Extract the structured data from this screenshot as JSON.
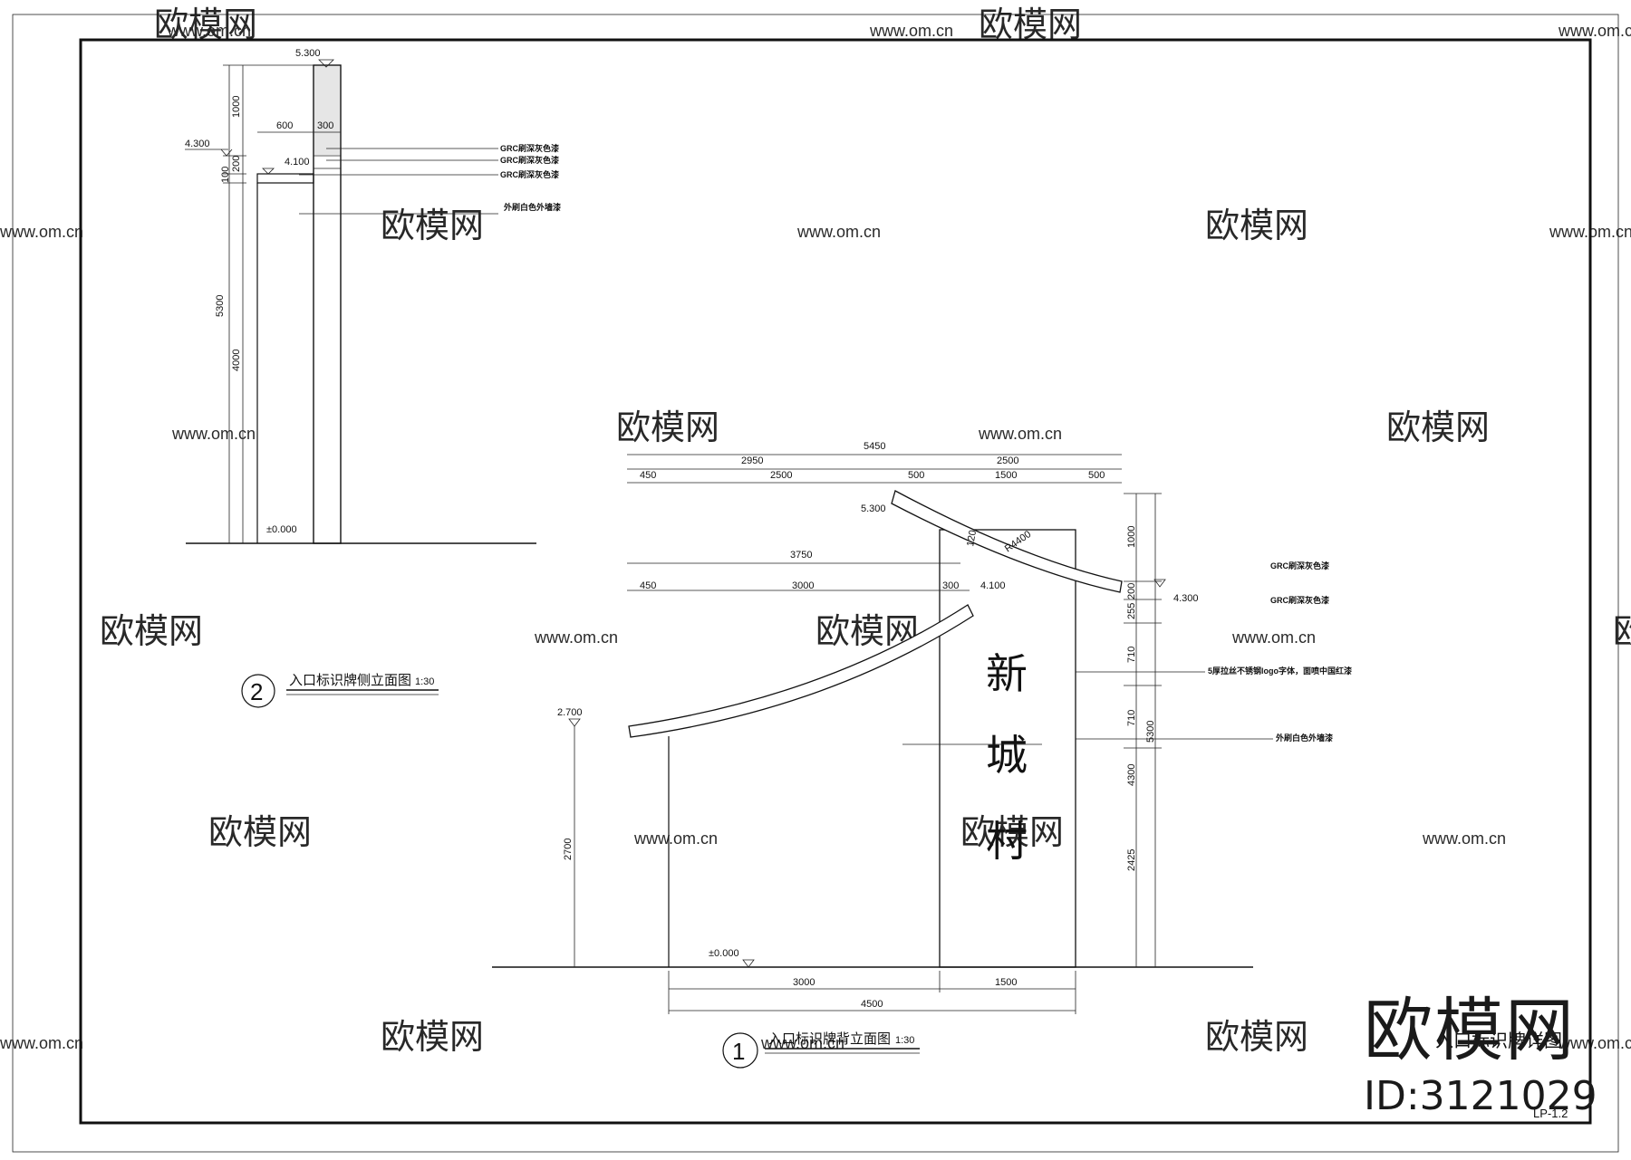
{
  "watermarks": {
    "logo_text": "欧模网",
    "site": "www.om.cn"
  },
  "brand": {
    "logo": "欧模网",
    "id": "ID:3121029"
  },
  "sheet": {
    "drawing_title": "入口标识牌详图",
    "sheet_number": "LP-1.2"
  },
  "side_elevation": {
    "number": "2",
    "title": "入口标识牌侧立面图",
    "scale": "1:30",
    "levels": {
      "top": "5.300",
      "roof": "4.300",
      "canopy": "4.100",
      "ground": "±0.000"
    },
    "dims": {
      "d1000": "1000",
      "d200": "200",
      "d100": "100",
      "d5300": "5300",
      "d4000": "4000",
      "d600": "600",
      "d300": "300"
    },
    "notes": {
      "grc1": "GRC刷深灰色漆",
      "grc2": "GRC刷深灰色漆",
      "grc3": "GRC刷深灰色漆",
      "wall": "外刷白色外墙漆"
    }
  },
  "back_elevation": {
    "number": "1",
    "title": "入口标识牌背立面图",
    "scale": "1:30",
    "sign_chars": [
      "新",
      "城",
      "村"
    ],
    "levels": {
      "top": "5.300",
      "canopy": "4.100",
      "roof_right": "4.300",
      "low_roof": "2.700",
      "ground": "±0.000"
    },
    "dims_top": {
      "total": "5450",
      "left": "2950",
      "right": "2500",
      "a450": "450",
      "a2500": "2500",
      "a500": "500",
      "a1500": "1500",
      "a500b": "500"
    },
    "dims_mid": {
      "total": "3750",
      "a450": "450",
      "a3000": "3000",
      "a300": "300"
    },
    "radius": "R4400",
    "roof_thick": "120",
    "dims_right": {
      "d1000": "1000",
      "d200": "200",
      "d255": "255",
      "d710a": "710",
      "d710b": "710",
      "d2425": "2425",
      "d4300": "4300",
      "d5300": "5300"
    },
    "dims_left": {
      "d2700": "2700"
    },
    "dims_bottom": {
      "a3000": "3000",
      "a1500": "1500",
      "total": "4500"
    },
    "notes": {
      "grc1": "GRC刷深灰色漆",
      "grc2": "GRC刷深灰色漆",
      "logo": "5厚拉丝不锈钢logo字体，面喷中国红漆",
      "wall": "外刷白色外墙漆"
    }
  }
}
